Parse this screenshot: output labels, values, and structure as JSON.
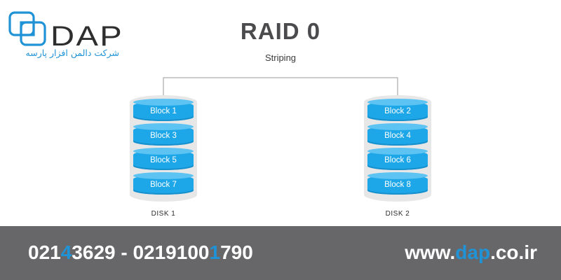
{
  "logo": {
    "wordmark": "DAP",
    "tagline": "شرکت دالمن افزار پارسه"
  },
  "diagram": {
    "title": "RAID 0",
    "subtitle": "Striping",
    "disks": [
      {
        "label": "DISK 1",
        "blocks": [
          "Block 1",
          "Block 3",
          "Block 5",
          "Block 7"
        ]
      },
      {
        "label": "DISK 2",
        "blocks": [
          "Block 2",
          "Block 4",
          "Block 6",
          "Block 8"
        ]
      }
    ]
  },
  "footer": {
    "phones": {
      "part1": "021",
      "hl1": "4",
      "part2": "3629 - 021910",
      "part2b": "0",
      "hl2": "1",
      "part3": "790"
    },
    "website": {
      "prefix": "www.",
      "highlight": "dap",
      "suffix": ".co.ir"
    }
  },
  "colors": {
    "accent": "#1f93d6",
    "block": "#1ea7e8",
    "footer": "#67676a",
    "title": "#4b4b4d"
  }
}
